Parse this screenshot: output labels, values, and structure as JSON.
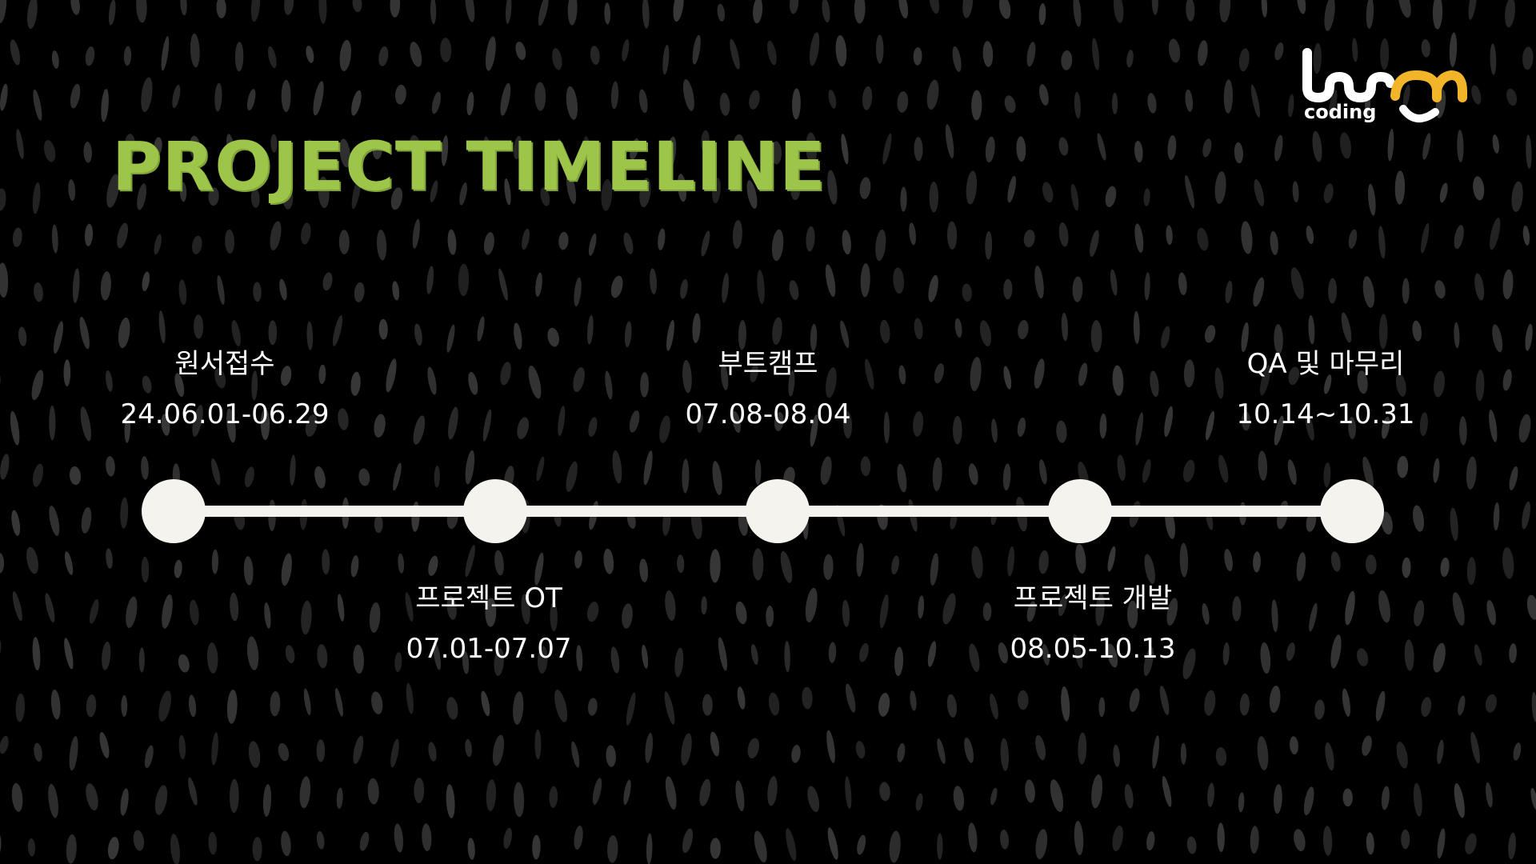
{
  "title": "PROJECT TIMELINE",
  "logo": {
    "brand_word": "coding",
    "colors": {
      "white": "#FFFFFF",
      "accent": "#F2B52A"
    }
  },
  "colors": {
    "background": "#000000",
    "title": "#9DC54A",
    "timeline": "#F5F3EE",
    "text": "#FFFFFF",
    "pattern": "#3A3A3A"
  },
  "steps": [
    {
      "label": "원서접수",
      "date": "24.06.01-06.29"
    },
    {
      "label": "프로젝트 OT",
      "date": "07.01-07.07"
    },
    {
      "label": "부트캠프",
      "date": "07.08-08.04"
    },
    {
      "label": "프로젝트 개발",
      "date": "08.05-10.13"
    },
    {
      "label": "QA 및 마무리",
      "date": "10.14~10.31"
    }
  ]
}
